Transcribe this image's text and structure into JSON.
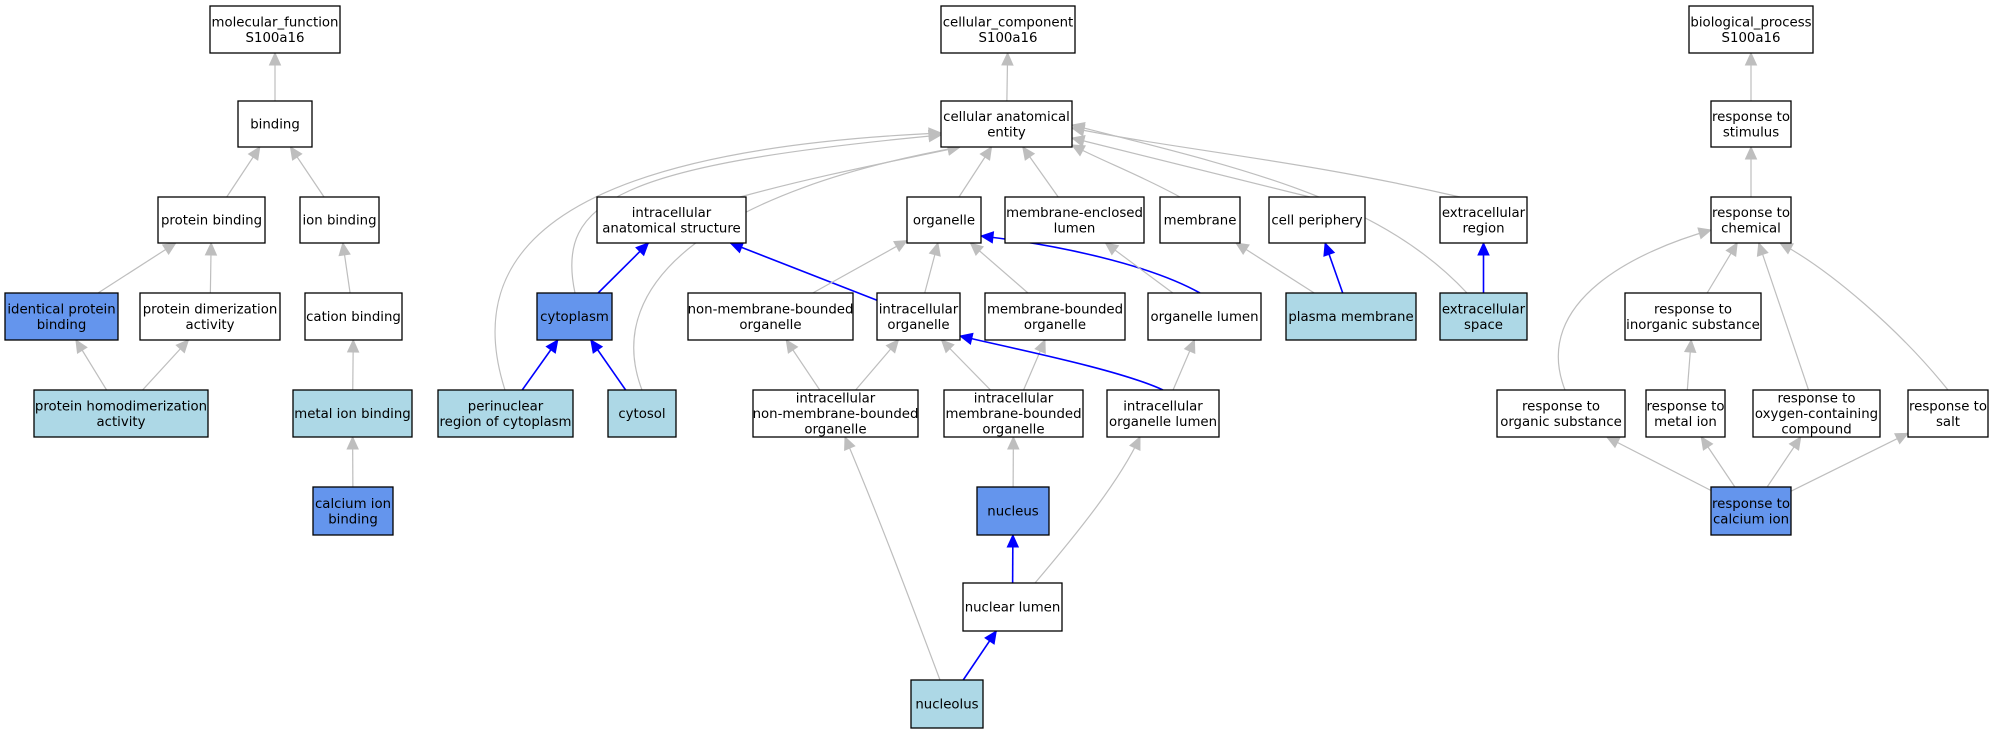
{
  "colors": {
    "node_default": "#ffffff",
    "node_highlight": "#6495ed",
    "node_light": "#add8e6",
    "edge_default": "#bebebe",
    "edge_highlight": "#0000ff",
    "border": "#000000"
  },
  "nodes": [
    {
      "id": "molecular_function",
      "lines": [
        "molecular_function",
        "S100a16"
      ],
      "style": "default"
    },
    {
      "id": "binding",
      "lines": [
        "binding"
      ],
      "style": "default"
    },
    {
      "id": "protein_binding",
      "lines": [
        "protein binding"
      ],
      "style": "default"
    },
    {
      "id": "ion_binding",
      "lines": [
        "ion binding"
      ],
      "style": "default"
    },
    {
      "id": "identical_protein_binding",
      "lines": [
        "identical protein",
        "binding"
      ],
      "style": "highlight"
    },
    {
      "id": "protein_dimerization_activity",
      "lines": [
        "protein dimerization",
        "activity"
      ],
      "style": "default"
    },
    {
      "id": "cation_binding",
      "lines": [
        "cation binding"
      ],
      "style": "default"
    },
    {
      "id": "protein_homodimerization_activity",
      "lines": [
        "protein homodimerization",
        "activity"
      ],
      "style": "light"
    },
    {
      "id": "metal_ion_binding",
      "lines": [
        "metal ion binding"
      ],
      "style": "light"
    },
    {
      "id": "calcium_ion_binding",
      "lines": [
        "calcium ion",
        "binding"
      ],
      "style": "highlight"
    },
    {
      "id": "cellular_component",
      "lines": [
        "cellular_component",
        "S100a16"
      ],
      "style": "default"
    },
    {
      "id": "cellular_anatomical_entity",
      "lines": [
        "cellular anatomical",
        "entity"
      ],
      "style": "default"
    },
    {
      "id": "intracellular_anatomical_structure",
      "lines": [
        "intracellular",
        "anatomical structure"
      ],
      "style": "default"
    },
    {
      "id": "organelle",
      "lines": [
        "organelle"
      ],
      "style": "default"
    },
    {
      "id": "membrane_enclosed_lumen",
      "lines": [
        "membrane-enclosed",
        "lumen"
      ],
      "style": "default"
    },
    {
      "id": "membrane",
      "lines": [
        "membrane"
      ],
      "style": "default"
    },
    {
      "id": "cell_periphery",
      "lines": [
        "cell periphery"
      ],
      "style": "default"
    },
    {
      "id": "extracellular_region",
      "lines": [
        "extracellular",
        "region"
      ],
      "style": "default"
    },
    {
      "id": "cytoplasm",
      "lines": [
        "cytoplasm"
      ],
      "style": "highlight"
    },
    {
      "id": "non_membrane_bounded_organelle",
      "lines": [
        "non-membrane-bounded",
        "organelle"
      ],
      "style": "default"
    },
    {
      "id": "intracellular_organelle",
      "lines": [
        "intracellular",
        "organelle"
      ],
      "style": "default"
    },
    {
      "id": "membrane_bounded_organelle",
      "lines": [
        "membrane-bounded",
        "organelle"
      ],
      "style": "default"
    },
    {
      "id": "organelle_lumen",
      "lines": [
        "organelle lumen"
      ],
      "style": "default"
    },
    {
      "id": "plasma_membrane",
      "lines": [
        "plasma membrane"
      ],
      "style": "light"
    },
    {
      "id": "extracellular_space",
      "lines": [
        "extracellular",
        "space"
      ],
      "style": "light"
    },
    {
      "id": "perinuclear_region_of_cytoplasm",
      "lines": [
        "perinuclear",
        "region of cytoplasm"
      ],
      "style": "light"
    },
    {
      "id": "cytosol",
      "lines": [
        "cytosol"
      ],
      "style": "light"
    },
    {
      "id": "intracellular_non_membrane_bounded_organelle",
      "lines": [
        "intracellular",
        "non-membrane-bounded",
        "organelle"
      ],
      "style": "default"
    },
    {
      "id": "intracellular_membrane_bounded_organelle",
      "lines": [
        "intracellular",
        "membrane-bounded",
        "organelle"
      ],
      "style": "default"
    },
    {
      "id": "intracellular_organelle_lumen",
      "lines": [
        "intracellular",
        "organelle lumen"
      ],
      "style": "default"
    },
    {
      "id": "nucleus",
      "lines": [
        "nucleus"
      ],
      "style": "highlight"
    },
    {
      "id": "nuclear_lumen",
      "lines": [
        "nuclear lumen"
      ],
      "style": "default"
    },
    {
      "id": "nucleolus",
      "lines": [
        "nucleolus"
      ],
      "style": "light"
    },
    {
      "id": "biological_process",
      "lines": [
        "biological_process",
        "S100a16"
      ],
      "style": "default"
    },
    {
      "id": "response_to_stimulus",
      "lines": [
        "response to",
        "stimulus"
      ],
      "style": "default"
    },
    {
      "id": "response_to_chemical",
      "lines": [
        "response to",
        "chemical"
      ],
      "style": "default"
    },
    {
      "id": "response_to_inorganic_substance",
      "lines": [
        "response to",
        "inorganic substance"
      ],
      "style": "default"
    },
    {
      "id": "response_to_organic_substance",
      "lines": [
        "response to",
        "organic substance"
      ],
      "style": "default"
    },
    {
      "id": "response_to_metal_ion",
      "lines": [
        "response to",
        "metal ion"
      ],
      "style": "default"
    },
    {
      "id": "response_to_oxygen_containing_compound",
      "lines": [
        "response to",
        "oxygen-containing",
        "compound"
      ],
      "style": "default"
    },
    {
      "id": "response_to_salt",
      "lines": [
        "response to",
        "salt"
      ],
      "style": "default"
    },
    {
      "id": "response_to_calcium_ion",
      "lines": [
        "response to",
        "calcium ion"
      ],
      "style": "highlight"
    }
  ],
  "edges": [
    {
      "from": "binding",
      "to": "molecular_function",
      "style": "default"
    },
    {
      "from": "protein_binding",
      "to": "binding",
      "style": "default"
    },
    {
      "from": "ion_binding",
      "to": "binding",
      "style": "default"
    },
    {
      "from": "identical_protein_binding",
      "to": "protein_binding",
      "style": "default"
    },
    {
      "from": "protein_dimerization_activity",
      "to": "protein_binding",
      "style": "default"
    },
    {
      "from": "cation_binding",
      "to": "ion_binding",
      "style": "default"
    },
    {
      "from": "protein_homodimerization_activity",
      "to": "identical_protein_binding",
      "style": "default"
    },
    {
      "from": "protein_homodimerization_activity",
      "to": "protein_dimerization_activity",
      "style": "default"
    },
    {
      "from": "metal_ion_binding",
      "to": "cation_binding",
      "style": "default"
    },
    {
      "from": "calcium_ion_binding",
      "to": "metal_ion_binding",
      "style": "default"
    },
    {
      "from": "cellular_anatomical_entity",
      "to": "cellular_component",
      "style": "default"
    },
    {
      "from": "intracellular_anatomical_structure",
      "to": "cellular_anatomical_entity",
      "style": "default"
    },
    {
      "from": "organelle",
      "to": "cellular_anatomical_entity",
      "style": "default"
    },
    {
      "from": "membrane_enclosed_lumen",
      "to": "cellular_anatomical_entity",
      "style": "default"
    },
    {
      "from": "membrane",
      "to": "cellular_anatomical_entity",
      "style": "default"
    },
    {
      "from": "cell_periphery",
      "to": "cellular_anatomical_entity",
      "style": "default"
    },
    {
      "from": "extracellular_region",
      "to": "cellular_anatomical_entity",
      "style": "default"
    },
    {
      "from": "cytoplasm",
      "to": "cellular_anatomical_entity",
      "style": "default"
    },
    {
      "from": "perinuclear_region_of_cytoplasm",
      "to": "cellular_anatomical_entity",
      "style": "default"
    },
    {
      "from": "cytosol",
      "to": "cellular_anatomical_entity",
      "style": "default"
    },
    {
      "from": "extracellular_space",
      "to": "cellular_anatomical_entity",
      "style": "default"
    },
    {
      "from": "cytoplasm",
      "to": "intracellular_anatomical_structure",
      "style": "highlight"
    },
    {
      "from": "intracellular_organelle",
      "to": "intracellular_anatomical_structure",
      "style": "highlight"
    },
    {
      "from": "non_membrane_bounded_organelle",
      "to": "organelle",
      "style": "default"
    },
    {
      "from": "intracellular_organelle",
      "to": "organelle",
      "style": "default"
    },
    {
      "from": "membrane_bounded_organelle",
      "to": "organelle",
      "style": "default"
    },
    {
      "from": "organelle_lumen",
      "to": "organelle",
      "style": "highlight"
    },
    {
      "from": "organelle_lumen",
      "to": "membrane_enclosed_lumen",
      "style": "default"
    },
    {
      "from": "plasma_membrane",
      "to": "membrane",
      "style": "default"
    },
    {
      "from": "plasma_membrane",
      "to": "cell_periphery",
      "style": "highlight"
    },
    {
      "from": "extracellular_space",
      "to": "extracellular_region",
      "style": "highlight"
    },
    {
      "from": "perinuclear_region_of_cytoplasm",
      "to": "cytoplasm",
      "style": "highlight"
    },
    {
      "from": "cytosol",
      "to": "cytoplasm",
      "style": "highlight"
    },
    {
      "from": "intracellular_non_membrane_bounded_organelle",
      "to": "non_membrane_bounded_organelle",
      "style": "default"
    },
    {
      "from": "intracellular_non_membrane_bounded_organelle",
      "to": "intracellular_organelle",
      "style": "default"
    },
    {
      "from": "intracellular_membrane_bounded_organelle",
      "to": "intracellular_organelle",
      "style": "default"
    },
    {
      "from": "intracellular_membrane_bounded_organelle",
      "to": "membrane_bounded_organelle",
      "style": "default"
    },
    {
      "from": "intracellular_organelle_lumen",
      "to": "intracellular_organelle",
      "style": "highlight"
    },
    {
      "from": "intracellular_organelle_lumen",
      "to": "organelle_lumen",
      "style": "default"
    },
    {
      "from": "nucleus",
      "to": "intracellular_membrane_bounded_organelle",
      "style": "default"
    },
    {
      "from": "nuclear_lumen",
      "to": "nucleus",
      "style": "highlight"
    },
    {
      "from": "nuclear_lumen",
      "to": "intracellular_organelle_lumen",
      "style": "default"
    },
    {
      "from": "nucleolus",
      "to": "nuclear_lumen",
      "style": "highlight"
    },
    {
      "from": "nucleolus",
      "to": "intracellular_non_membrane_bounded_organelle",
      "style": "default"
    },
    {
      "from": "response_to_stimulus",
      "to": "biological_process",
      "style": "default"
    },
    {
      "from": "response_to_chemical",
      "to": "response_to_stimulus",
      "style": "default"
    },
    {
      "from": "response_to_inorganic_substance",
      "to": "response_to_chemical",
      "style": "default"
    },
    {
      "from": "response_to_organic_substance",
      "to": "response_to_chemical",
      "style": "default"
    },
    {
      "from": "response_to_oxygen_containing_compound",
      "to": "response_to_chemical",
      "style": "default"
    },
    {
      "from": "response_to_salt",
      "to": "response_to_chemical",
      "style": "default"
    },
    {
      "from": "response_to_metal_ion",
      "to": "response_to_inorganic_substance",
      "style": "default"
    },
    {
      "from": "response_to_calcium_ion",
      "to": "response_to_organic_substance",
      "style": "default"
    },
    {
      "from": "response_to_calcium_ion",
      "to": "response_to_metal_ion",
      "style": "default"
    },
    {
      "from": "response_to_calcium_ion",
      "to": "response_to_oxygen_containing_compound",
      "style": "default"
    },
    {
      "from": "response_to_calcium_ion",
      "to": "response_to_salt",
      "style": "default"
    }
  ]
}
